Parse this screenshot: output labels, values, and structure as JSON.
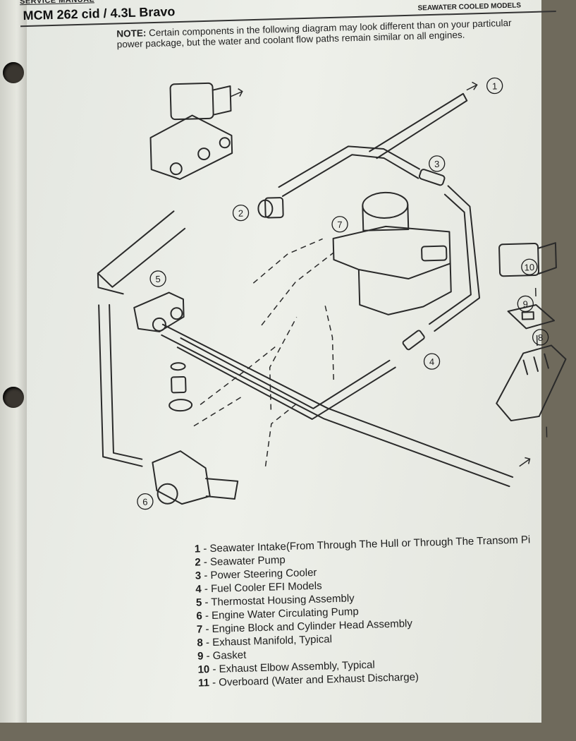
{
  "header": {
    "banner": "SERVICE MANUAL",
    "title": "MCM 262 cid / 4.3L Bravo",
    "section": "SEAWATER COOLED MODELS"
  },
  "note": {
    "label": "NOTE:",
    "text": "Certain components in the following diagram may look different than on your particular power package, but the water and coolant flow paths remain similar on all engines."
  },
  "callouts": [
    "1",
    "2",
    "3",
    "4",
    "5",
    "6",
    "7",
    "8",
    "9",
    "10"
  ],
  "legend": [
    {
      "num": "1",
      "text": " - Seawater Intake(From Through The Hull or Through The Transom Pi"
    },
    {
      "num": "2",
      "text": " - Seawater Pump"
    },
    {
      "num": "3",
      "text": " - Power Steering Cooler"
    },
    {
      "num": "4",
      "text": " - Fuel Cooler EFI Models"
    },
    {
      "num": "5",
      "text": " - Thermostat Housing Assembly"
    },
    {
      "num": "6",
      "text": " - Engine Water Circulating Pump"
    },
    {
      "num": "7",
      "text": " - Engine Block and Cylinder Head Assembly"
    },
    {
      "num": "8",
      "text": " - Exhaust Manifold, Typical"
    },
    {
      "num": "9",
      "text": " - Gasket"
    },
    {
      "num": "10",
      "text": " - Exhaust Elbow Assembly, Typical"
    },
    {
      "num": "11",
      "text": " - Overboard (Water and Exhaust Discharge)"
    }
  ]
}
